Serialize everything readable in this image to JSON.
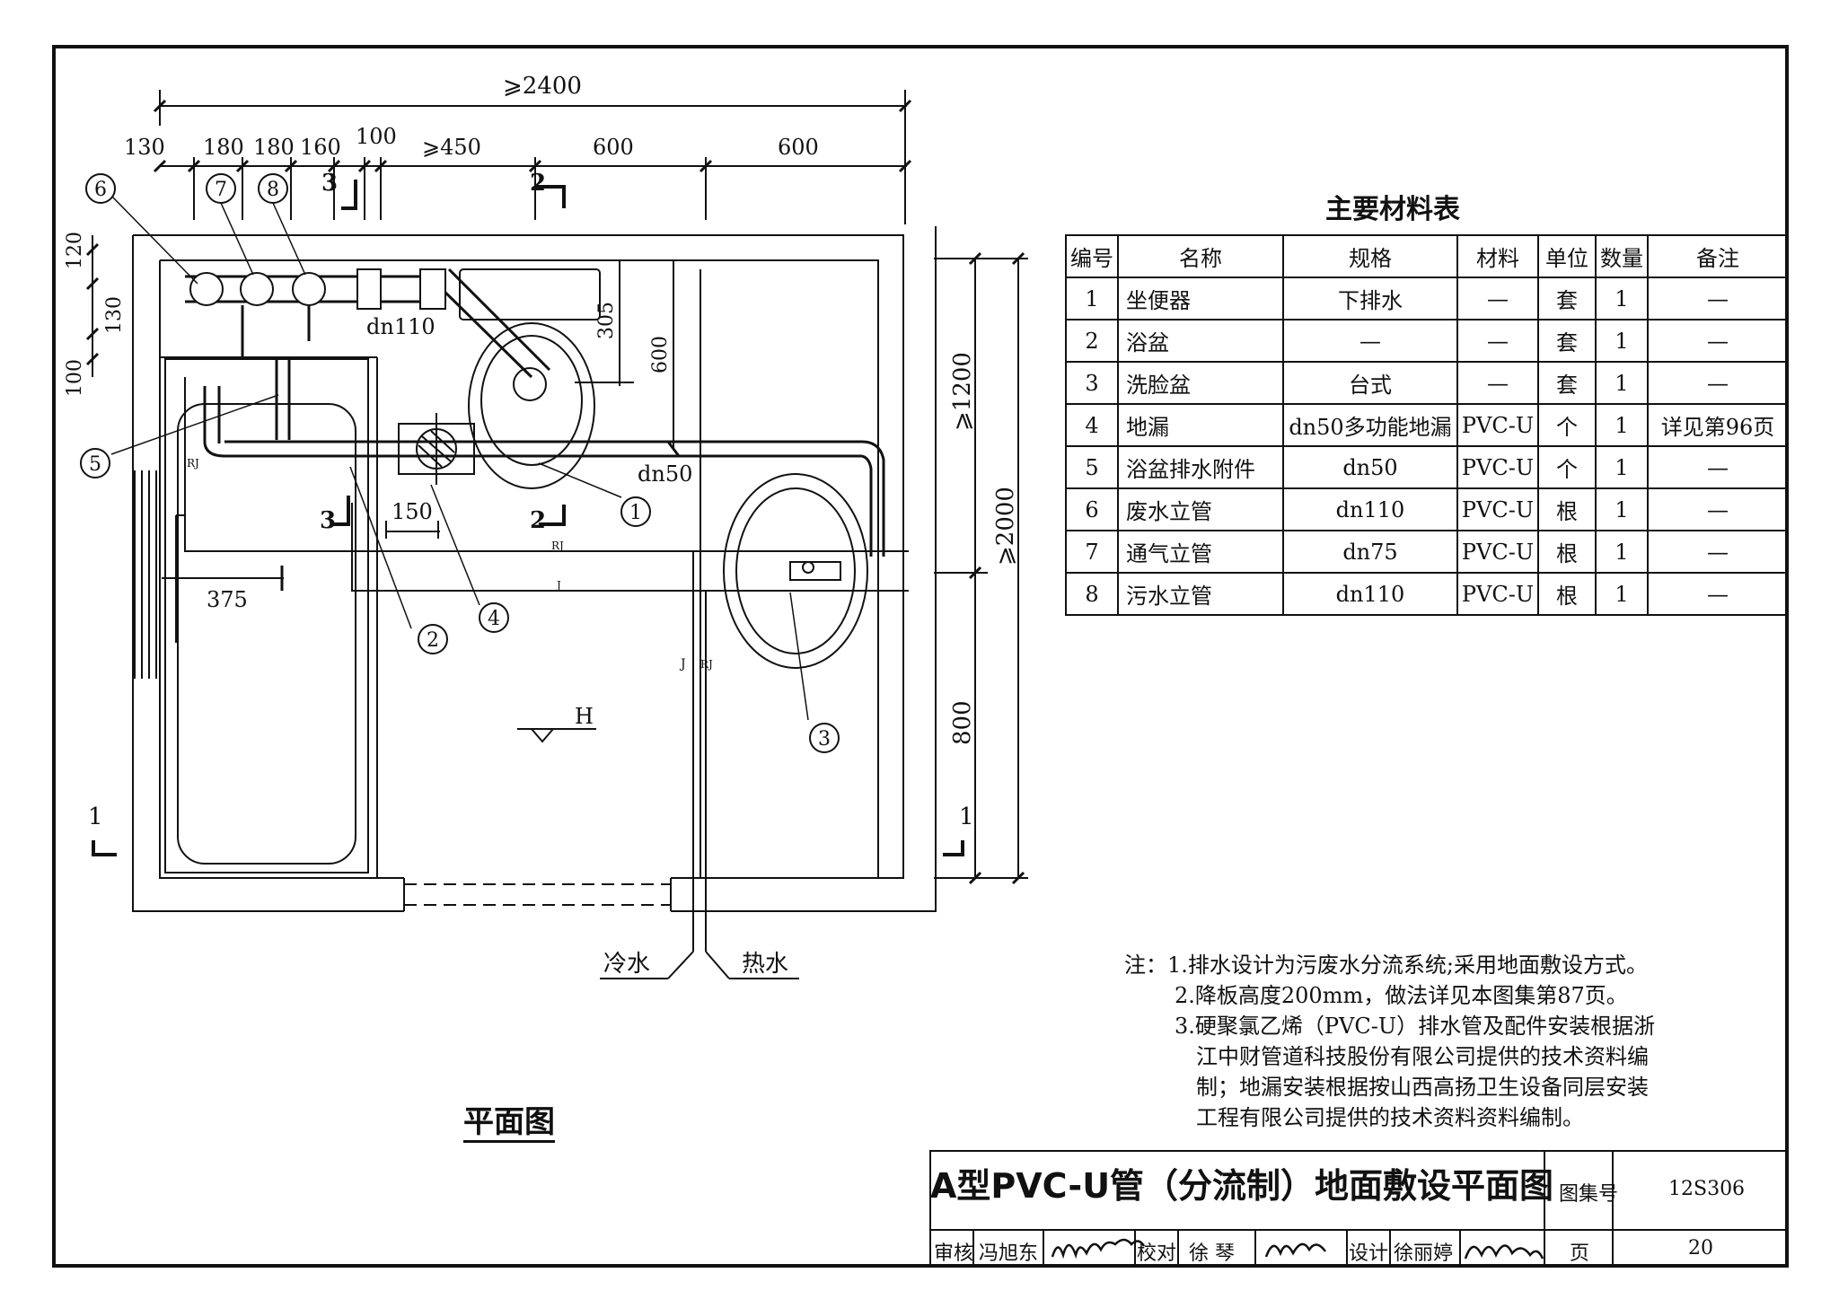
{
  "dimensions": {
    "overall_width": "⩾2400",
    "segments": [
      "130",
      "180",
      "180",
      "160",
      "100",
      "⩾450",
      "600",
      "600"
    ],
    "left_side": [
      "120",
      "130",
      "100"
    ],
    "right_upper": "⩾1200",
    "right_overall": "⩾2000",
    "right_lower": "800",
    "toilet_600": "600",
    "toilet_305": "305",
    "d150": "150",
    "d375": "375"
  },
  "plan_labels": {
    "dn110": "dn110",
    "dn50": "dn50",
    "rj": "RJ",
    "j": "J",
    "h": "H",
    "cold_water": "冷水",
    "hot_water": "热水",
    "section_1": "1",
    "section_2": "2",
    "section_3": "3"
  },
  "callouts": [
    "1",
    "2",
    "3",
    "4",
    "5",
    "6",
    "7",
    "8"
  ],
  "plan_title": "平面图",
  "material_table": {
    "title": "主要材料表",
    "headers": [
      "编号",
      "名称",
      "规格",
      "材料",
      "单位",
      "数量",
      "备注"
    ],
    "rows": [
      [
        "1",
        "坐便器",
        "下排水",
        "—",
        "套",
        "1",
        "—"
      ],
      [
        "2",
        "浴盆",
        "—",
        "—",
        "套",
        "1",
        "—"
      ],
      [
        "3",
        "洗脸盆",
        "台式",
        "—",
        "套",
        "1",
        "—"
      ],
      [
        "4",
        "地漏",
        "dn50多功能地漏",
        "PVC-U",
        "个",
        "1",
        "详见第96页"
      ],
      [
        "5",
        "浴盆排水附件",
        "dn50",
        "PVC-U",
        "个",
        "1",
        "—"
      ],
      [
        "6",
        "废水立管",
        "dn110",
        "PVC-U",
        "根",
        "1",
        "—"
      ],
      [
        "7",
        "通气立管",
        "dn75",
        "PVC-U",
        "根",
        "1",
        "—"
      ],
      [
        "8",
        "污水立管",
        "dn110",
        "PVC-U",
        "根",
        "1",
        "—"
      ]
    ]
  },
  "notes": {
    "prefix": "注：",
    "n1": "1.排水设计为污废水分流系统;采用地面敷设方式。",
    "n2": "2.降板高度200mm，做法详见本图集第87页。",
    "n3a": "3.硬聚氯乙烯（PVC-U）排水管及配件安装根据浙",
    "n3b": "江中财管道科技股份有限公司提供的技术资料编",
    "n3c": "制；地漏安装根据按山西高扬卫生设备同层安装",
    "n3d": "工程有限公司提供的技术资料资料编制。"
  },
  "title_block": {
    "title": "A型PVC-U管（分流制）地面敷设平面图",
    "atlas_label": "图集号",
    "atlas_no": "12S306",
    "review_label": "审核",
    "reviewer": "冯旭东",
    "check_label": "校对",
    "checker": "徐 琴",
    "design_label": "设计",
    "designer": "徐丽婷",
    "page_label": "页",
    "page_no": "20"
  }
}
